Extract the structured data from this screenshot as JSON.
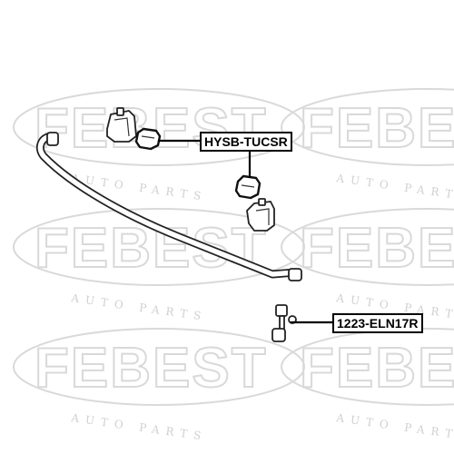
{
  "watermark": {
    "brand": "FEBEST",
    "tagline": "AUTO PARTS",
    "color": "#d9d9d9"
  },
  "parts": {
    "bushing_kit": {
      "part_number": "HYSB-TUCSR"
    },
    "stabilizer_link": {
      "part_number": "1223-ELN17R"
    }
  },
  "colors": {
    "line": "#000000",
    "background": "#ffffff"
  }
}
